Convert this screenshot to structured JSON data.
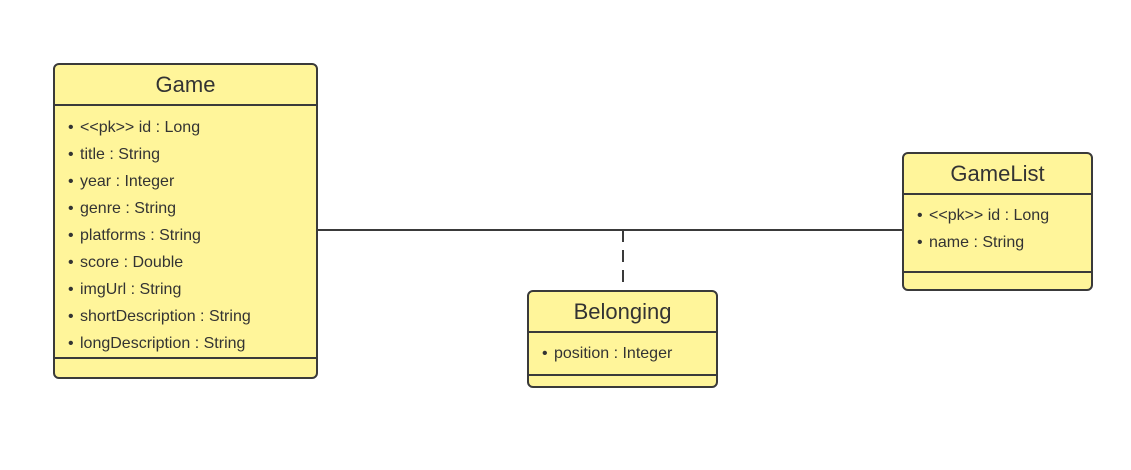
{
  "classes": {
    "game": {
      "name": "Game",
      "attributes": [
        "<<pk>> id : Long",
        "title : String",
        "year : Integer",
        "genre : String",
        "platforms : String",
        "score : Double",
        "imgUrl : String",
        "shortDescription : String",
        "longDescription : String"
      ]
    },
    "gamelist": {
      "name": "GameList",
      "attributes": [
        "<<pk>> id : Long",
        "name : String"
      ]
    },
    "belonging": {
      "name": "Belonging",
      "attributes": [
        "position : Integer"
      ]
    }
  },
  "colors": {
    "class_fill": "#fff59a",
    "class_border": "#3a3a3a",
    "text": "#333333",
    "connector": "#3a3a3a"
  }
}
